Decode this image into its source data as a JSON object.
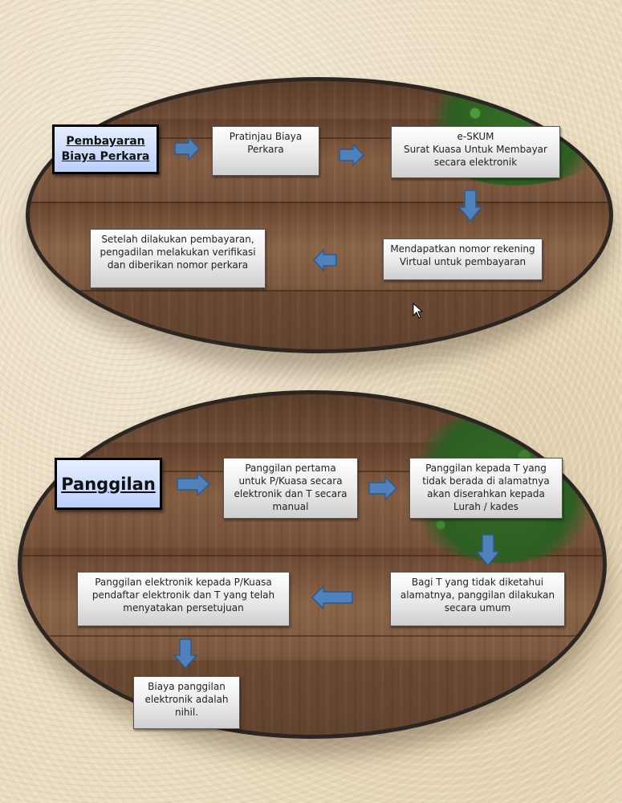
{
  "section1": {
    "title_line1": "Pembayaran",
    "title_line2": "Biaya Perkara",
    "step1": "Pratinjau Biaya Perkara",
    "step2_line1": "e-SKUM",
    "step2_line2": "Surat Kuasa Untuk Membayar secara elektronik",
    "step3": "Mendapatkan nomor rekening Virtual untuk pembayaran",
    "step4": "Setelah dilakukan pembayaran, pengadilan melakukan verifikasi dan diberikan nomor perkara"
  },
  "section2": {
    "title": "Panggilan",
    "step1": "Panggilan pertama untuk P/Kuasa secara elektronik dan T secara manual",
    "step2": "Panggilan kepada T yang tidak berada di alamatnya akan diserahkan kepada Lurah / kades",
    "step3": "Bagi T yang tidak diketahui alamatnya, panggilan dilakukan secara umum",
    "step4": "Panggilan elektronik kepada P/Kuasa pendaftar elektronik dan T yang telah menyatakan persetujuan",
    "step5": "Biaya panggilan elektronik adalah nihil."
  },
  "colors": {
    "arrow_fill": "#4f81bd",
    "arrow_stroke": "#2f5a8c",
    "title_fill": "#bcd0ff"
  }
}
